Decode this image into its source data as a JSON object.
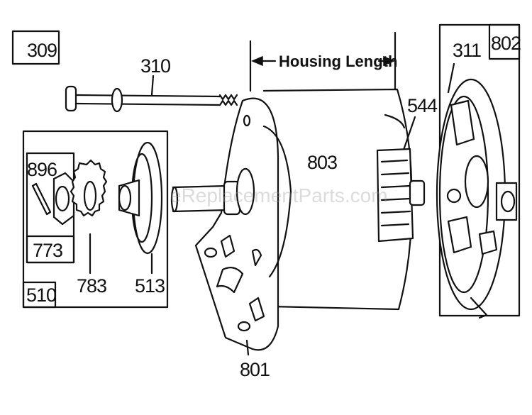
{
  "diagram": {
    "housing_length_label": "Housing Length",
    "watermark": "eReplacementParts.com",
    "parts": {
      "p309": "309",
      "p310": "310",
      "p311": "311",
      "p802": "802",
      "p544": "544",
      "p803": "803",
      "p896": "896",
      "p773": "773",
      "p783": "783",
      "p513": "513",
      "p510": "510",
      "p801": "801"
    },
    "icons": [
      "arrow-left-icon",
      "arrow-right-icon"
    ]
  }
}
